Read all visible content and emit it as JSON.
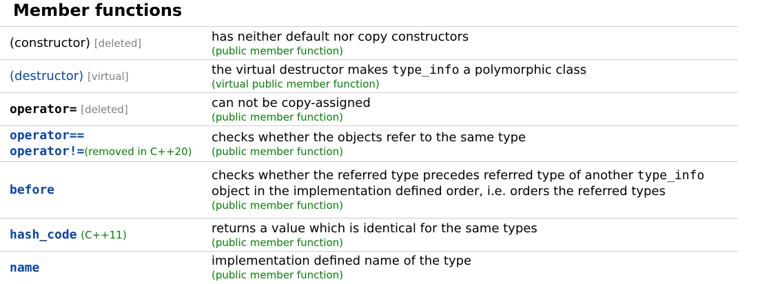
{
  "section_title": "Member functions",
  "rows": [
    {
      "name": "(constructor)",
      "note": "[deleted]",
      "desc": "has neither default nor copy constructors",
      "sub": "(public member function)"
    },
    {
      "name": "(destructor)",
      "note": "[virtual]",
      "desc_pre": "the virtual destructor makes ",
      "desc_code": "type_info",
      "desc_post": " a polymorphic class",
      "sub": "(virtual public member function)"
    },
    {
      "name": "operator=",
      "note": "[deleted]",
      "desc": "can not be copy-assigned",
      "sub": "(public member function)"
    },
    {
      "name1": "operator==",
      "name2": "operator!=",
      "note": "(removed in C++20)",
      "desc": "checks whether the objects refer to the same type",
      "sub": "(public member function)"
    },
    {
      "name": "before",
      "desc_pre": "checks whether the referred type precedes referred type of another ",
      "desc_code": "type_info",
      "desc_line2": "object in the implementation defined order, i.e. orders the referred types",
      "sub": "(public member function)"
    },
    {
      "name": "hash_code",
      "note": "(C++11)",
      "desc": "returns a value which is identical for the same types",
      "sub": "(public member function)"
    },
    {
      "name": "name",
      "desc": "implementation defined name of the type",
      "sub": "(public member function)"
    }
  ]
}
